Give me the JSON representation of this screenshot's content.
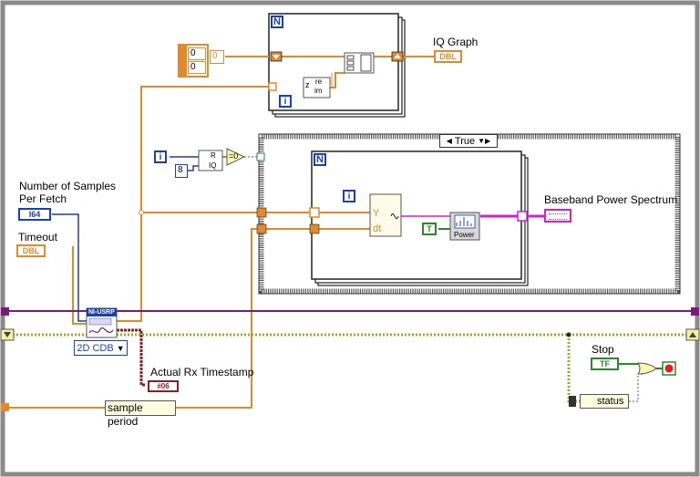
{
  "labels": {
    "iq_graph": "IQ Graph",
    "num_samples_line1": "Number of Samples",
    "num_samples_line2": "Per Fetch",
    "timeout": "Timeout",
    "baseband": "Baseband Power Spectrum",
    "actual_rx": "Actual Rx Timestamp",
    "stop": "Stop",
    "status": "status",
    "sample_period": "sample period"
  },
  "case_selector": {
    "value": "True"
  },
  "constants": {
    "array_val_1": "0",
    "array_val_2": "0",
    "array_index": "0",
    "divisor": "8",
    "true_const": "T",
    "compare_zero": "=0"
  },
  "controls": {
    "num_samples_type": "I64",
    "timeout_type": "DBL",
    "iq_graph_type": "DBL",
    "stop_type": "TF",
    "actual_rx_type": "#06",
    "usrp_title": "NI-USRP",
    "data_format": "2D CDB"
  },
  "nodes": {
    "power_label": "Power",
    "y_term": "Y",
    "dt_term": "dt",
    "loop_count": "N",
    "iteration": "i",
    "quotient_q": "R",
    "quotient_iq": "IQ",
    "complex_re": "re",
    "complex_im": "im"
  },
  "colors": {
    "frame_border": "#8a8a8a",
    "orange_wire": "#e08a2c",
    "blue_wire": "#1b3fae",
    "purple_wire": "#7a1a7a",
    "pink_wire": "#d020d0",
    "green_wire": "#2a8a2a",
    "error_wire": "#c8c830"
  }
}
